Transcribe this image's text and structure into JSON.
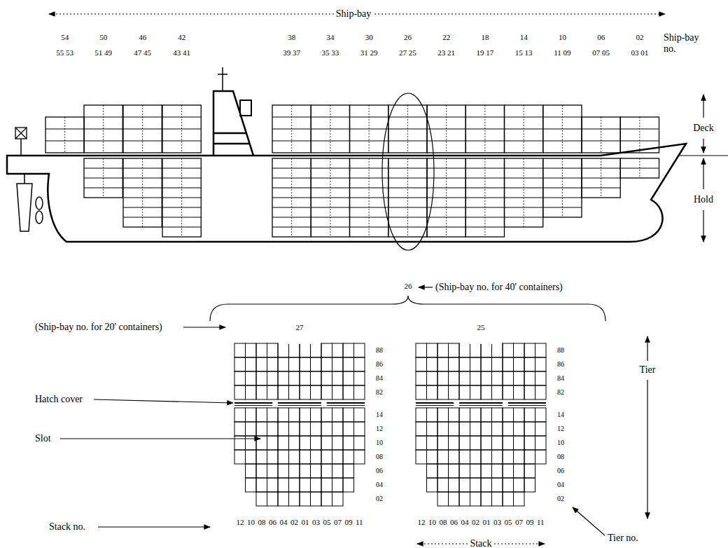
{
  "diagram": {
    "labels": [
      "Ship-bay",
      "54",
      "50",
      "46",
      "42",
      "38",
      "34",
      "30",
      "26",
      "22",
      "18",
      "14",
      "10",
      "06",
      "02",
      "Ship-bay no.",
      "55 53",
      "51 49",
      "47 45",
      "43 41",
      "39 37",
      "35 33",
      "31 29",
      "27 25",
      "23 21",
      "19 17",
      "15 13",
      "11 09",
      "07 05",
      "03 01",
      "Deck",
      "Hold",
      "26",
      "(Ship-bay no. for 40' containers)",
      "(Ship-bay no. for 20' containers)",
      "27",
      "25",
      "Hatch cover",
      "Slot",
      "Stack no.",
      "12 10 08 06 04 02 01 03 05 07 09 11",
      "12 10 08 06 04 02 01 03 05 07 09 11",
      "88",
      "86",
      "84",
      "82",
      "14",
      "12",
      "10",
      "08",
      "06",
      "04",
      "02",
      "88",
      "86",
      "84",
      "82",
      "14",
      "12",
      "10",
      "08",
      "06",
      "04",
      "02",
      "Tier",
      "Tier no.",
      "Stack"
    ]
  }
}
